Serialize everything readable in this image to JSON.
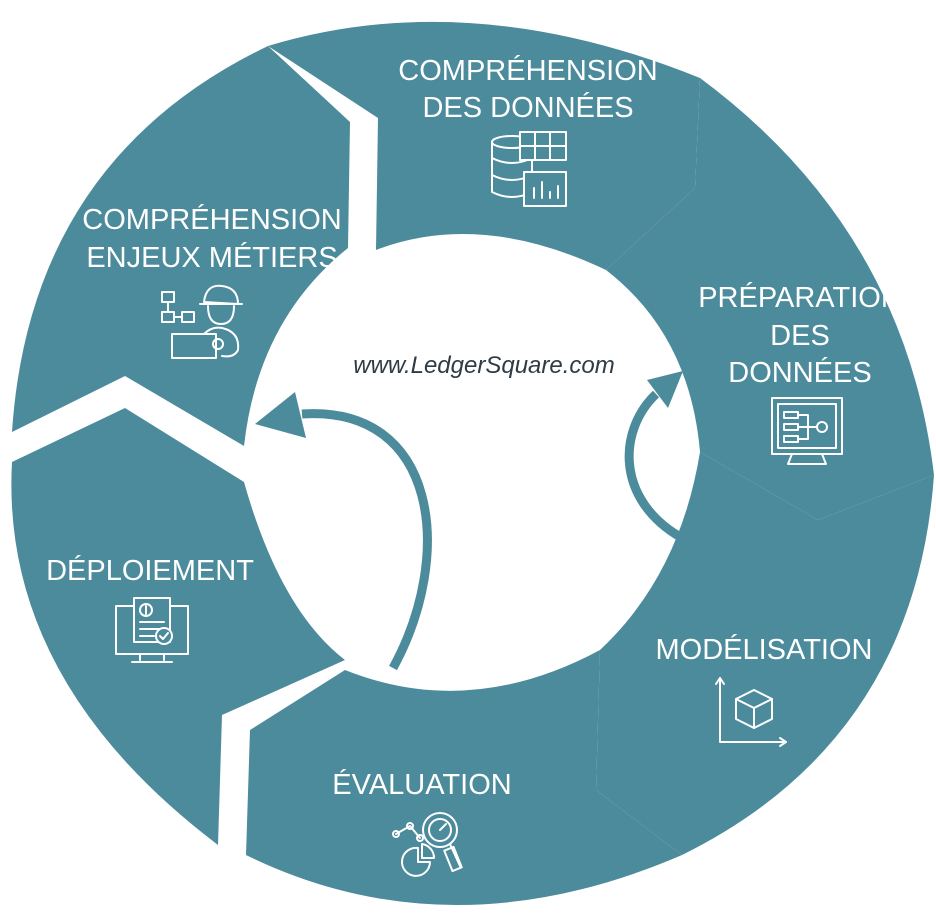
{
  "colors": {
    "segment": "#4b8b9b",
    "background": "#ffffff",
    "text": "#ffffff",
    "center_text": "#2f3b45"
  },
  "center": {
    "url": "www.LedgerSquare.com"
  },
  "phases": [
    {
      "id": "donnees",
      "lines": [
        "COMPRÉHENSION",
        "DES DONNÉES"
      ],
      "icon": "database-grid-icon"
    },
    {
      "id": "preparation",
      "lines": [
        "PRÉPARATION",
        "DES",
        "DONNÉES"
      ],
      "icon": "monitor-flowchart-icon"
    },
    {
      "id": "modelisation",
      "lines": [
        "MODÉLISATION"
      ],
      "icon": "cube-axes-icon"
    },
    {
      "id": "evaluation",
      "lines": [
        "ÉVALUATION"
      ],
      "icon": "magnifier-chart-icon"
    },
    {
      "id": "deploiement",
      "lines": [
        "DÉPLOIEMENT"
      ],
      "icon": "monitor-invoice-icon"
    },
    {
      "id": "metiers",
      "lines": [
        "COMPRÉHENSION",
        "ENJEUX MÉTIERS"
      ],
      "icon": "engineer-workflow-icon"
    }
  ]
}
